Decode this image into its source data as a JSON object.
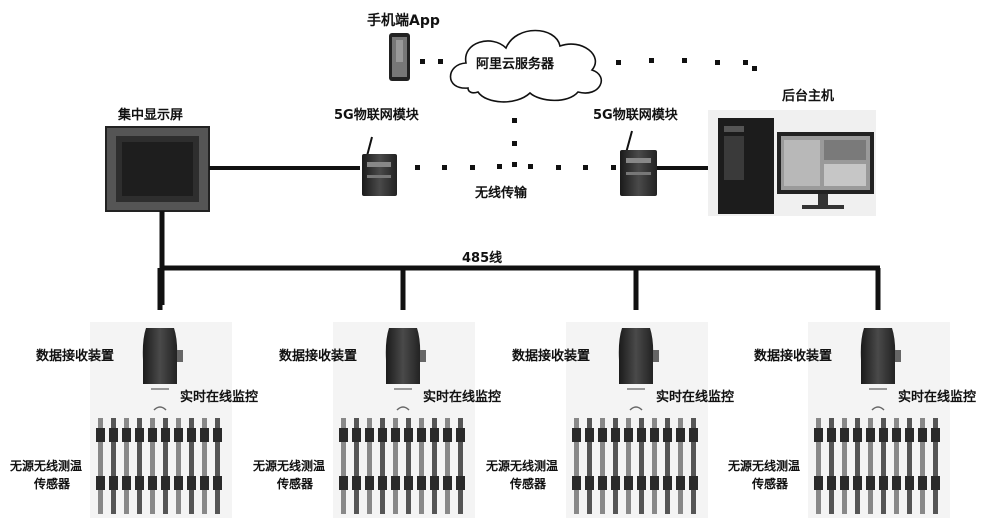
{
  "top": {
    "phone_label": "手机端App",
    "cloud_label": "阿里云服务器",
    "host_label": "后台主机",
    "display_label": "集中显示屏",
    "module_left_label": "5G物联网模块",
    "module_right_label": "5G物联网模块",
    "wireless_label": "无线传输"
  },
  "bus": {
    "label": "485线"
  },
  "nodes": [
    {
      "receiver_label": "数据接收装置",
      "monitor_label": "实时在线监控",
      "sensor_label_1": "无源无线测温",
      "sensor_label_2": "传感器"
    },
    {
      "receiver_label": "数据接收装置",
      "monitor_label": "实时在线监控",
      "sensor_label_1": "无源无线测温",
      "sensor_label_2": "传感器"
    },
    {
      "receiver_label": "数据接收装置",
      "monitor_label": "实时在线监控",
      "sensor_label_1": "无源无线测温",
      "sensor_label_2": "传感器"
    },
    {
      "receiver_label": "数据接收装置",
      "monitor_label": "实时在线监控",
      "sensor_label_1": "无源无线测温",
      "sensor_label_2": "传感器"
    }
  ],
  "colors": {
    "line": "#111111",
    "device": "#2a2a2a",
    "screen": "#3c3c3c"
  }
}
